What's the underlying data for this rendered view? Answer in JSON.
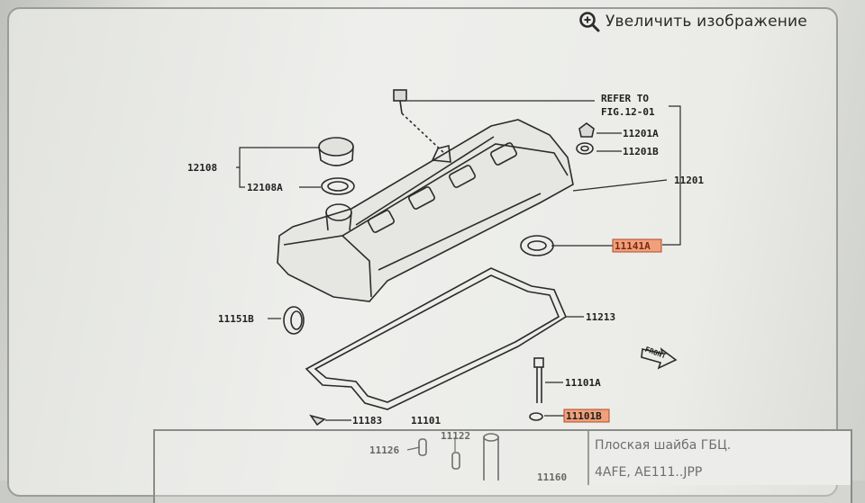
{
  "zoom": {
    "label": "Увеличить изображение",
    "icon": "zoom-in-icon"
  },
  "parts": {
    "refer_line1": "REFER TO",
    "refer_line2": "FIG.12-01",
    "p11201A": "11201A",
    "p11201B": "11201B",
    "p11201": "11201",
    "p12108": "12108",
    "p12108A": "12108A",
    "p11213": "11213",
    "p11151B": "11151B",
    "p11101A": "11101A",
    "p11101B": "11101B",
    "p11183": "11183",
    "p11101": "11101",
    "p11126": "11126",
    "p11122": "11122",
    "p11160": "11160",
    "p11141A": "11141A",
    "front": "FRONT"
  },
  "caption": {
    "line1": "Плоская шайба ГБЦ.",
    "line2": "4AFE, AE111..JPP"
  },
  "colors": {
    "highlight": "#f0a07a",
    "ink": "#1f1f1f"
  }
}
